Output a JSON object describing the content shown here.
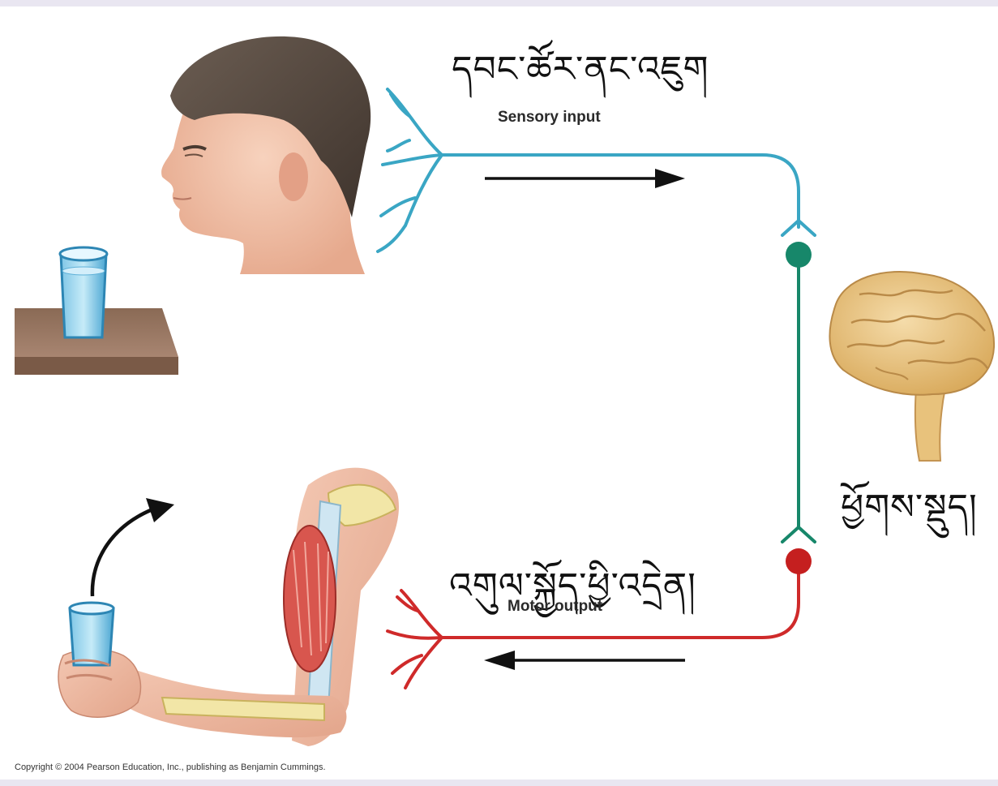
{
  "labels": {
    "sensory_tibetan": "དབང་ཚོར་ནང་འཇུག",
    "sensory_english": "Sensory input",
    "brain_tibetan": "ཕྱོགས་སྡུད།",
    "motor_tibetan": "འགུལ་སྐྱོད་ཕྱི་འདྲེན།",
    "motor_english": "Motor output",
    "copyright": "Copyright © 2004 Pearson Education, Inc., publishing as Benjamin Cummings."
  },
  "colors": {
    "sensory_nerve": "#3aa6c4",
    "integration_nerve": "#17876a",
    "motor_nerve": "#cf2a2a",
    "arrow": "#111111"
  },
  "icons": [
    "head-illustration",
    "glass-on-table-illustration",
    "brain-illustration",
    "arm-holding-glass-illustration"
  ]
}
